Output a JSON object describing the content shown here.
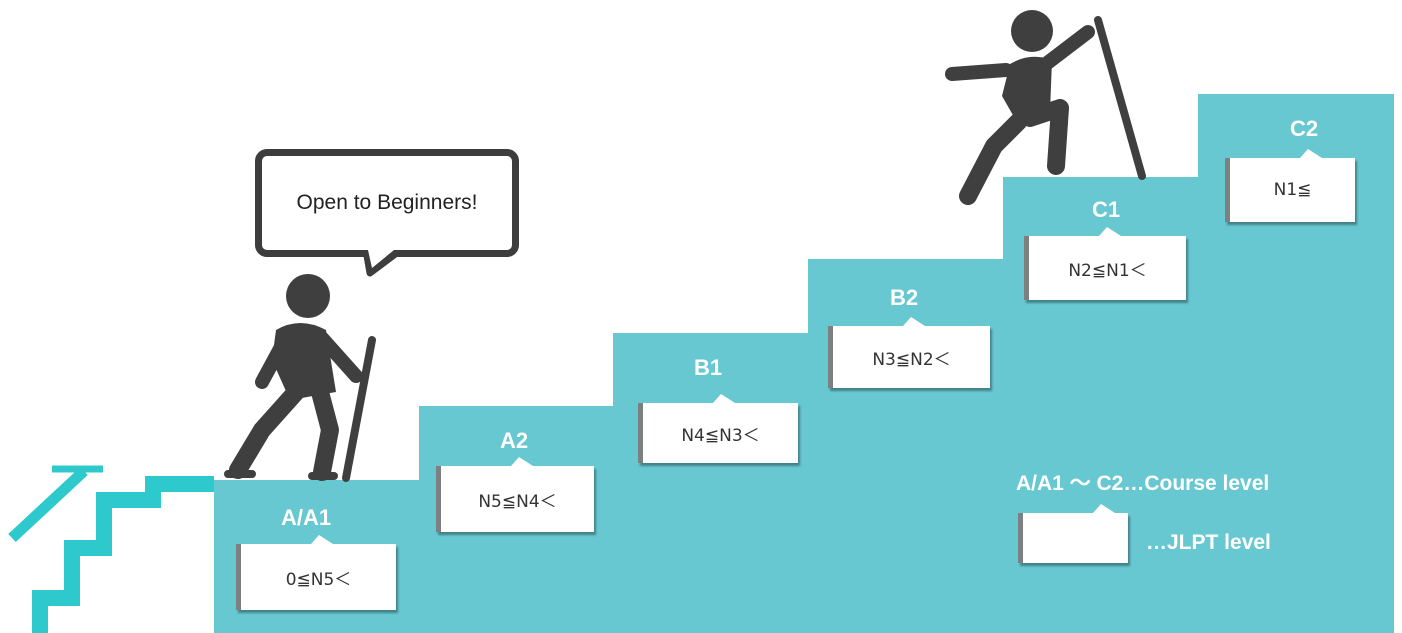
{
  "bubble": {
    "text": "Open to Beginners!"
  },
  "levels": [
    {
      "course": "A/A1",
      "jlpt": "0≦N5＜"
    },
    {
      "course": "A2",
      "jlpt": "N5≦N4＜"
    },
    {
      "course": "B1",
      "jlpt": "N4≦N3＜"
    },
    {
      "course": "B2",
      "jlpt": "N3≦N2＜"
    },
    {
      "course": "C1",
      "jlpt": "N2≦N1＜"
    },
    {
      "course": "C2",
      "jlpt": "N1≦"
    }
  ],
  "legend": {
    "course_level": "A/A1 ～ C2…Course level",
    "jlpt_level": "…JLPT level"
  },
  "colors": {
    "stair": "#67c8d1",
    "deco_stair": "#2ec9cc",
    "figure": "#3f3f3f",
    "card_edge": "#7c8080"
  }
}
